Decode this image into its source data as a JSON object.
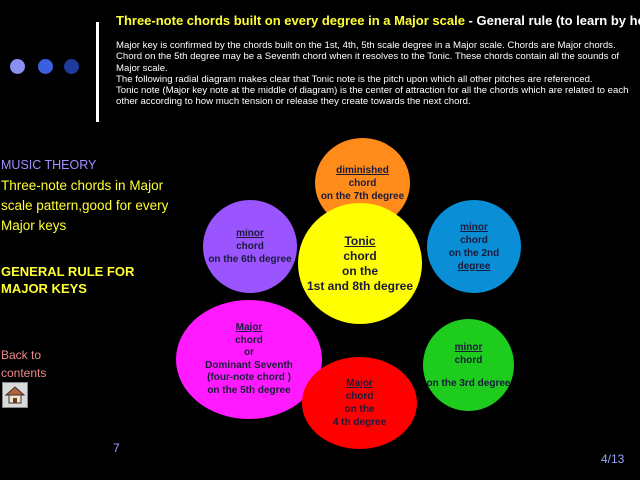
{
  "header": {
    "title_main": "Three-note chords built on every degree in a Major scale",
    "title_rest": " - General rule (to learn by heart)",
    "description": [
      "Major key is confirmed by the chords built on the 1st, 4th, 5th scale degree in a Major scale. Chords are Major chords. Chord on the 5th degree may be a Seventh chord when it resolves to the Tonic. These chords contain all the sounds of Major scale.",
      "The following radial diagram makes clear that Tonic note is the pitch upon which all other pitches are referenced.",
      "Tonic note (Major key note at the middle of diagram) is the center of attraction for all the chords which are related to each other according to how much tension or release they create towards the next chord."
    ]
  },
  "sidebar": {
    "section": "MUSIC THEORY",
    "subtitle": "Three-note chords in Major scale pattern,good for every Major keys",
    "rule": "GENERAL RULE FOR MAJOR KEYS",
    "back_link": "Back to contents",
    "home_icon": "house-icon"
  },
  "diagram": {
    "tonic": {
      "l1u": "Tonic",
      "l1": " chord",
      "l2": "on the",
      "l3": "1st and 8th degree",
      "color": "#ffff00"
    },
    "seventh": {
      "l1u": "diminished",
      "l1": " chord",
      "l2": "on the 7th degree",
      "color": "#ff8c1a"
    },
    "second": {
      "l1u": "minor",
      "l1": " chord",
      "l2a": "on the 2nd ",
      "l2u": "degree",
      "color": "#0a8fd6"
    },
    "sixth": {
      "l1u": "minor",
      "l1": " chord",
      "l2": "on the 6th degree",
      "color": "#9a55ff"
    },
    "fifth": {
      "l1u": "Major",
      "l1": " chord",
      "l2": "or",
      "l3": "Dominant Seventh",
      "l4": "(four-note chord )",
      "l5": "on the 5th degree",
      "color": "#ff1aff"
    },
    "fourth": {
      "l1u": "Major",
      "l1": " chord",
      "l2": "on the",
      "l3": "4 th degree",
      "color": "#ff0000"
    },
    "third": {
      "l1u": "minor",
      "l1": " chord",
      "l2": "on the 3rd degree",
      "color": "#1ecc1e"
    }
  },
  "footer": {
    "left_number": "7",
    "page": "4/13"
  },
  "colors": {
    "dot1": "#8a8ff0",
    "dot2": "#3a5fe0",
    "dot3": "#1e3a9a"
  }
}
